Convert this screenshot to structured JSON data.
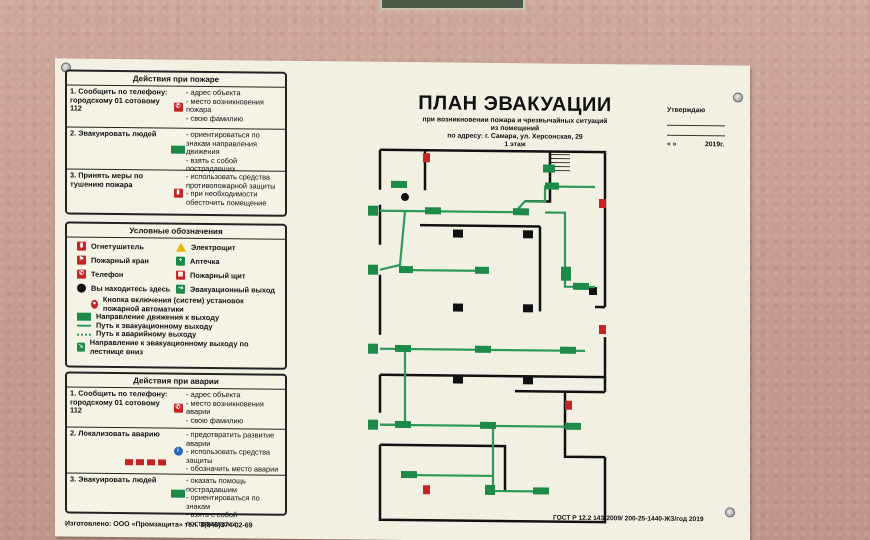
{
  "fire_panel": {
    "title": "Действия при пожаре",
    "rows": [
      {
        "step": "1. Сообщить по телефону: городскому 01 сотовому 112",
        "icon": "phone-icon",
        "actions": "- адрес объекта\n- место возникновения пожара\n- свою фамилию"
      },
      {
        "step": "2. Эвакуировать людей",
        "icon": "exit-sign-icon",
        "actions": "- ориентироваться по знакам направления движения\n- взять с собой пострадавших"
      },
      {
        "step": "3. Принять меры по тушению пожара",
        "icon": "extinguisher-icon",
        "actions": "- использовать средства противопожарной защиты\n- при необходимости обесточить помещение"
      }
    ]
  },
  "legend_panel": {
    "title": "Условные обозначения",
    "items": [
      {
        "label": "Огнетушитель",
        "icon": "extinguisher-icon"
      },
      {
        "label": "Электрощит",
        "icon": "electric-panel-icon"
      },
      {
        "label": "Пожарный кран",
        "icon": "fire-hydrant-icon"
      },
      {
        "label": "Аптечка",
        "icon": "first-aid-icon"
      },
      {
        "label": "Телефон",
        "icon": "phone-icon"
      },
      {
        "label": "Пожарный щит",
        "icon": "fire-shield-icon"
      },
      {
        "label": "Вы находитесь здесь",
        "icon": "you-are-here-icon"
      },
      {
        "label": "Эвакуационный выход",
        "icon": "exit-icon"
      }
    ],
    "wide_items": [
      {
        "label": "Кнопка включения (систем) установок пожарной автоматики",
        "icon": "alarm-button-icon"
      },
      {
        "label": "Направление движения к выходу",
        "icon": "direction-sign-icon"
      },
      {
        "label": "Путь к эвакуационному выходу",
        "icon": "evac-path-icon"
      },
      {
        "label": "Путь к аварийному выходу",
        "icon": "emergency-path-icon"
      },
      {
        "label": "Направление к эвакуационному выходу по лестнице вниз",
        "icon": "stairs-down-icon"
      }
    ]
  },
  "accident_panel": {
    "title": "Действия при аварии",
    "rows": [
      {
        "step": "1. Сообщить по телефону: городскому 01 сотовому 112",
        "icon": "phone-icon",
        "actions": "- адрес объекта\n- место возникновения аварии\n- свою фамилию"
      },
      {
        "step": "2. Локализовать аварию",
        "icon": "info-icon",
        "actions": "- предотвратить развитие аварии\n- использовать средства защиты\n- обозначить место аварии"
      },
      {
        "step": "3. Эвакуировать людей",
        "icon": "exit-sign-icon",
        "actions": "- оказать помощь пострадавшим\n- ориентироваться по знакам\n- взять с собой пострадавших"
      }
    ]
  },
  "plan": {
    "title": "ПЛАН ЭВАКУАЦИИ",
    "subtitle_1": "при возникновении пожара и чрезвычайных ситуаций",
    "subtitle_2": "из помещений",
    "address": "по адресу: г. Самара, ул. Херсонская, 29",
    "floor": "1 этаж",
    "approved": "Утверждаю",
    "date_left": "«      »",
    "date_right": "2019г.",
    "standard": "ГОСТ Р 12.2 143-2009/ 200-25-1440-ЖЗ/год 2019",
    "manufacturer": "Изготовлено: ООО «Промзащита» тел. 8(846)374-02-69"
  },
  "colors": {
    "wall": "#c9a296",
    "board": "#f1f0e2",
    "path_green": "#2e9a5a",
    "sign_green": "#1d8a4a",
    "sign_red": "#c42424"
  }
}
